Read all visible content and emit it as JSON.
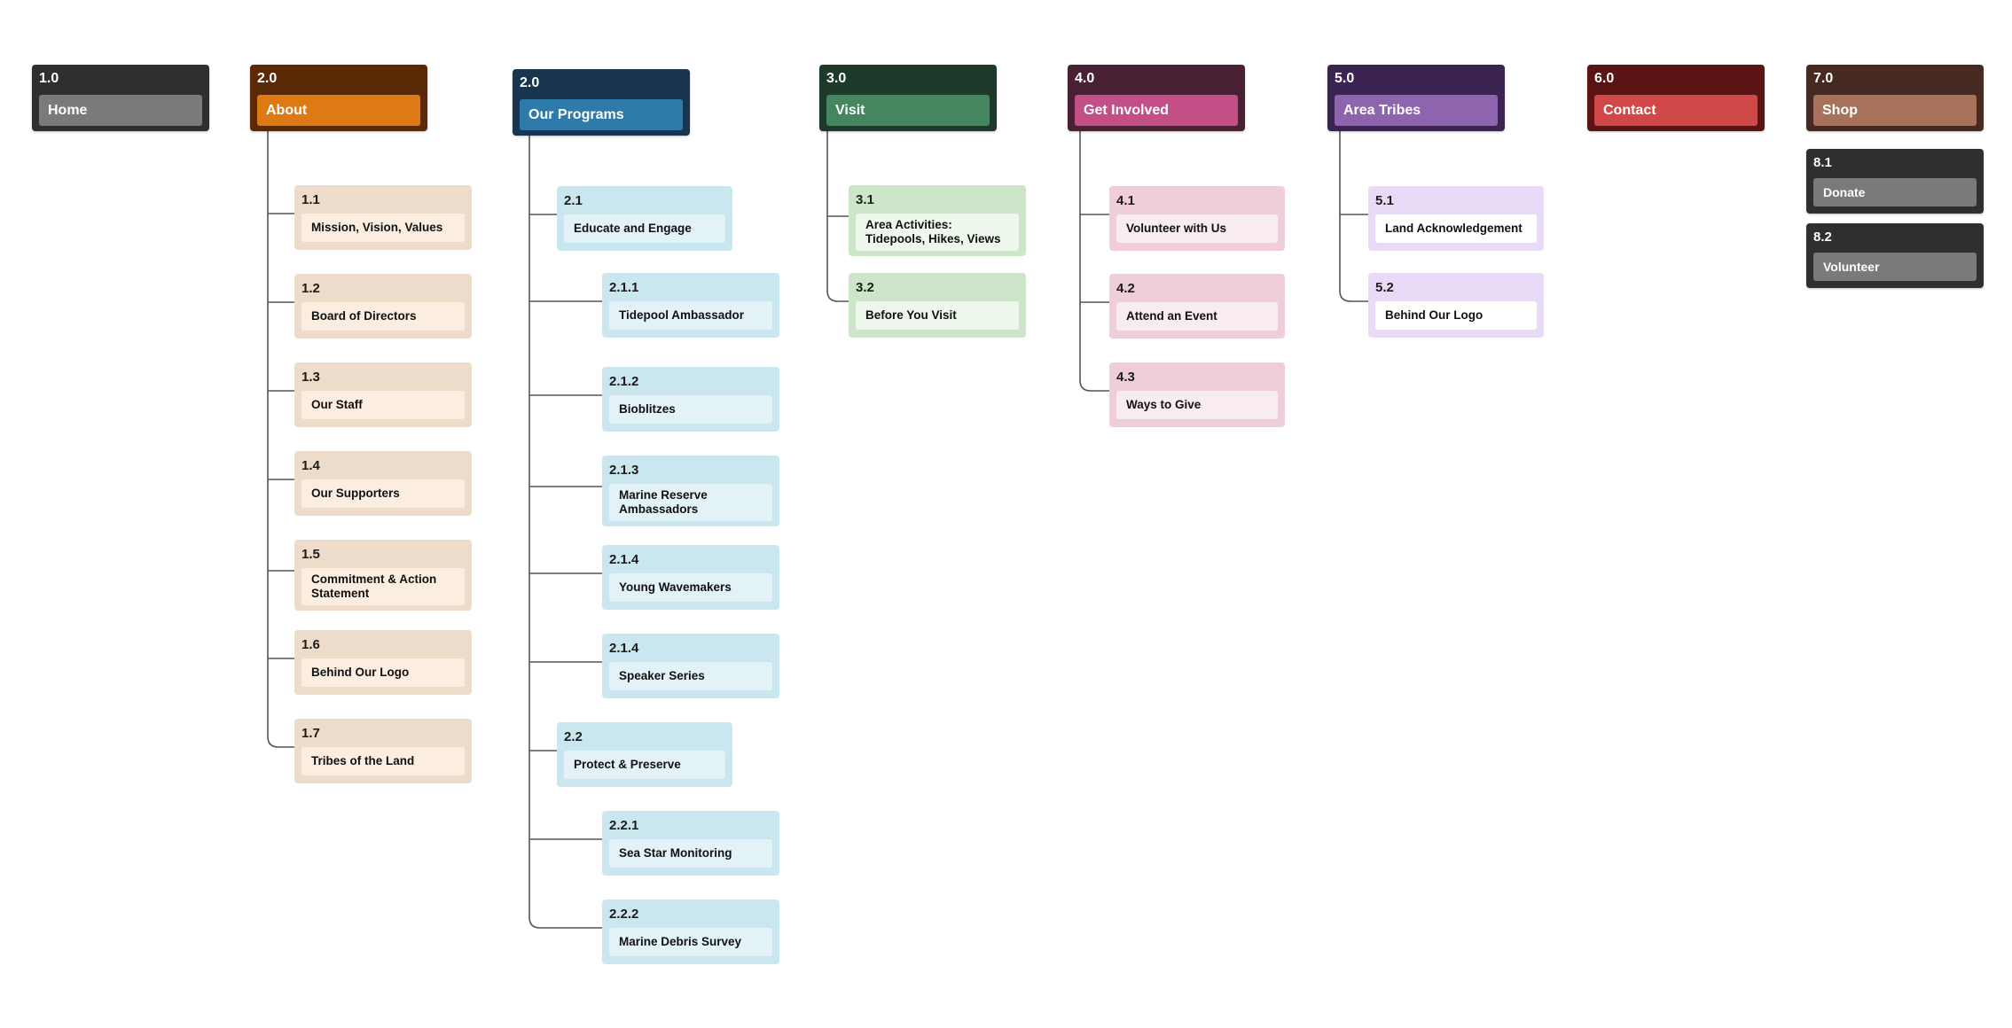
{
  "colors": {
    "background": "#ffffff",
    "connector": "#555555"
  },
  "sections": [
    {
      "id": "home",
      "num": "1.0",
      "label": "Home",
      "header_bg": "#2f2f2d",
      "label_bg": "#7a7a78",
      "children": []
    },
    {
      "id": "about",
      "num": "2.0",
      "label": "About",
      "header_bg": "#5a2a06",
      "label_bg": "#dd7a16",
      "child_bg": "#eddcca",
      "child_label_bg": "#fbeee0",
      "children": [
        {
          "num": "1.1",
          "label": "Mission, Vision, Values"
        },
        {
          "num": "1.2",
          "label": "Board of Directors"
        },
        {
          "num": "1.3",
          "label": "Our Staff"
        },
        {
          "num": "1.4",
          "label": "Our Supporters"
        },
        {
          "num": "1.5",
          "label": "Commitment & Action Statement"
        },
        {
          "num": "1.6",
          "label": "Behind Our Logo"
        },
        {
          "num": "1.7",
          "label": "Tribes of the Land"
        }
      ]
    },
    {
      "id": "programs",
      "num": "2.0",
      "label": "Our Programs",
      "header_bg": "#18344f",
      "label_bg": "#2e7bab",
      "child_bg": "#cae6ef",
      "child_label_bg": "#e3f2f7",
      "children": [
        {
          "num": "2.1",
          "label": "Educate and Engage",
          "level": 1
        },
        {
          "num": "2.1.1",
          "label": "Tidepool Ambassador",
          "level": 2
        },
        {
          "num": "2.1.2",
          "label": "Bioblitzes",
          "level": 2
        },
        {
          "num": "2.1.3",
          "label": "Marine Reserve Ambassadors",
          "level": 2
        },
        {
          "num": "2.1.4",
          "label": "Young Wavemakers",
          "level": 2
        },
        {
          "num": "2.1.4",
          "label": "Speaker Series",
          "level": 2
        },
        {
          "num": "2.2",
          "label": "Protect & Preserve",
          "level": 1
        },
        {
          "num": "2.2.1",
          "label": "Sea Star Monitoring",
          "level": 2
        },
        {
          "num": "2.2.2",
          "label": "Marine Debris Survey",
          "level": 2
        }
      ]
    },
    {
      "id": "visit",
      "num": "3.0",
      "label": "Visit",
      "header_bg": "#1d3a2a",
      "label_bg": "#438660",
      "child_bg": "#cde6c9",
      "child_label_bg": "#eef7ec",
      "children": [
        {
          "num": "3.1",
          "label": "Area Activities: Tidepools, Hikes, Views"
        },
        {
          "num": "3.2",
          "label": "Before You Visit"
        }
      ]
    },
    {
      "id": "involved",
      "num": "4.0",
      "label": "Get Involved",
      "header_bg": "#4a2034",
      "label_bg": "#c24f86",
      "child_bg": "#efcdd9",
      "child_label_bg": "#f9ecf1",
      "children": [
        {
          "num": "4.1",
          "label": "Volunteer with Us"
        },
        {
          "num": "4.2",
          "label": "Attend an Event"
        },
        {
          "num": "4.3",
          "label": "Ways to Give"
        }
      ]
    },
    {
      "id": "tribes",
      "num": "5.0",
      "label": "Area Tribes",
      "header_bg": "#3b2352",
      "label_bg": "#8e64ae",
      "child_bg": "#e9dbf8",
      "child_label_bg": "#ffffff",
      "children": [
        {
          "num": "5.1",
          "label": "Land Acknowledgement"
        },
        {
          "num": "5.2",
          "label": "Behind Our Logo"
        }
      ]
    },
    {
      "id": "contact",
      "num": "6.0",
      "label": "Contact",
      "header_bg": "#5a1414",
      "label_bg": "#d04848",
      "children": []
    },
    {
      "id": "shop",
      "num": "7.0",
      "label": "Shop",
      "header_bg": "#462a22",
      "label_bg": "#a8725a",
      "children": []
    }
  ],
  "extras": [
    {
      "num": "8.1",
      "label": "Donate",
      "header_bg": "#2f2f2d",
      "label_bg": "#7a7a78"
    },
    {
      "num": "8.2",
      "label": "Volunteer",
      "header_bg": "#2f2f2d",
      "label_bg": "#7a7a78"
    }
  ]
}
